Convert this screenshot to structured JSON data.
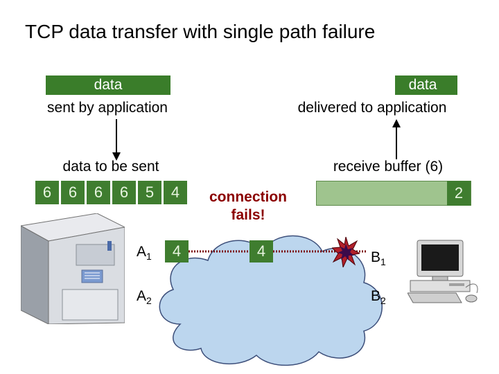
{
  "title": "TCP data transfer with single path failure",
  "sender": {
    "bar_label": "data",
    "caption": "sent by application",
    "queue_label": "data to be sent",
    "queue_cells": [
      "6",
      "6",
      "6",
      "6",
      "5",
      "4"
    ]
  },
  "receiver": {
    "bar_label": "data",
    "caption": "delivered to application",
    "buffer_label": "receive buffer (6)",
    "buffer_value": "2"
  },
  "network": {
    "failure_text_line1": "connection",
    "failure_text_line2": "fails!",
    "packet_at_sender": "4",
    "packet_in_transit": "4",
    "nodes": {
      "a1": {
        "base": "A",
        "sub": "1"
      },
      "a2": {
        "base": "A",
        "sub": "2"
      },
      "b1": {
        "base": "B",
        "sub": "1"
      },
      "b2": {
        "base": "B",
        "sub": "2"
      }
    }
  },
  "colors": {
    "green_bar": "#3a7d2a",
    "cell_green": "#3f7d2f",
    "buffer_fill": "#9fc48e",
    "cloud": "#bcd6ee",
    "failure_red": "#8b0000"
  }
}
